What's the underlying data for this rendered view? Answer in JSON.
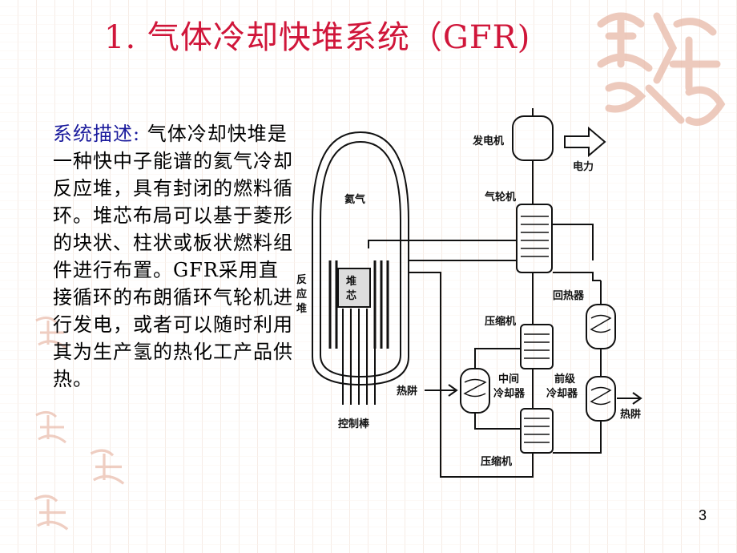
{
  "slide": {
    "title": "1. 气体冷却快堆系统（GFR)",
    "description_lead": "系统描述:",
    "description_body": "气体冷却快堆是一种快中子能谱的氦气冷却反应堆，具有封闭的燃料循环。堆芯布局可以基于菱形的块状、柱状或板状燃料组件进行布置。GFR采用直接循环的布朗循环气轮机进行发电，或者可以随时利用其为生产氢的热化工产品供热。",
    "page_number": "3"
  },
  "diagram": {
    "labels": {
      "generator": "发电机",
      "power": "电力",
      "turbine": "气轮机",
      "helium": "氦气",
      "reactor": [
        "反",
        "应",
        "堆"
      ],
      "core": [
        "堆",
        "芯"
      ],
      "recuperator": "回热器",
      "compressor_top": "压缩机",
      "intercooler": [
        "中间",
        "冷却器"
      ],
      "precooler": [
        "前级",
        "冷却器"
      ],
      "heat_sink_left": "热阱",
      "heat_sink_right": "热阱",
      "compressor_bottom": "压缩机",
      "control_rods": "控制棒"
    }
  },
  "colors": {
    "title": "#d0163a",
    "lead": "#1a1a9c",
    "logo": "#e8b9a8"
  }
}
